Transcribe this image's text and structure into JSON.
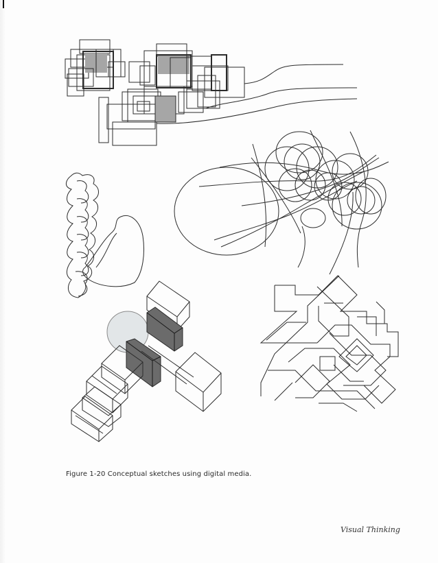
{
  "document": {
    "figure_caption": "Figure 1-20 Conceptual sketches using digital media.",
    "running_footer": "Visual Thinking"
  },
  "colors": {
    "line": "#2b2b2b",
    "dark_fill": "#6b6b6b",
    "mid_fill": "#a6a6a6",
    "light_circle": "#e2e6e8"
  },
  "sketches": [
    {
      "name": "overlapping-rectangles-plan"
    },
    {
      "name": "tangled-loops-sketch"
    },
    {
      "name": "scalloped-chain-sketch"
    },
    {
      "name": "isometric-boxes-sketch"
    },
    {
      "name": "angular-maze-sketch"
    }
  ]
}
